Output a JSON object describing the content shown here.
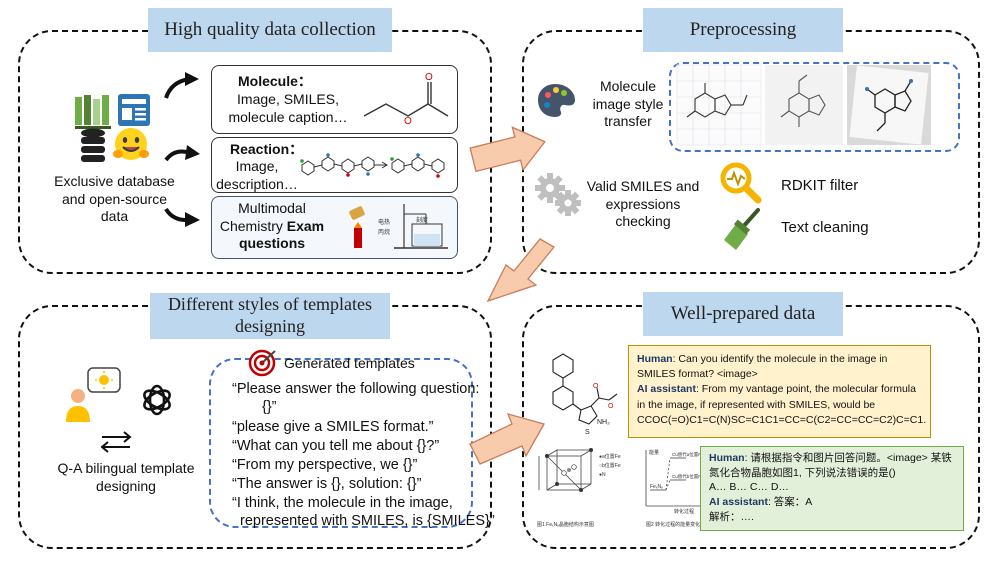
{
  "panels": {
    "collection": {
      "title": "High quality data collection",
      "molecule": {
        "heading": "Molecule：",
        "detail": "Image, SMILES, molecule caption…"
      },
      "reaction": {
        "heading": "Reaction：",
        "detail": "Image, description…"
      },
      "exam": {
        "line1": "Multimodal",
        "line2": "Chemistry ",
        "bold": "Exam",
        "line3": "questions"
      },
      "sources_label": "Exclusive database and open-source data",
      "exam_image_text": [
        "电热",
        "丙烷",
        "刻度"
      ]
    },
    "preprocessing": {
      "title": "Preprocessing",
      "style_transfer": "Molecule image style transfer",
      "smiles_check": "Valid SMILES and expressions checking",
      "rdkit": "RDKIT filter",
      "cleaning": "Text cleaning"
    },
    "templates": {
      "title": "Different styles of templates designing",
      "generated": "Generated templates",
      "qa_label": "Q-A bilingual template designing",
      "lines": [
        "“Please answer the following question:",
        "{}”",
        "“please give a SMILES format.”",
        "“What can you tell me about {}?”",
        "“From my perspective, we {}”",
        "“The answer is {},   solution: {}”",
        "“I think, the molecule in the image,",
        "represented with SMILES, is {SMILES}”"
      ]
    },
    "prepared": {
      "title": "Well-prepared data",
      "en_chat": {
        "human_label": "Human",
        "human_text": ": Can you identify the molecule in the image in SMILES format? <image>",
        "ai_label": "AI assistant",
        "ai_text": ": From my vantage point, the molecular formula in the image,  if represented with SMILES, would be",
        "smiles": "CCOC(=O)C1=C(N)SC=C1C1=CC=C(C2=CC=CC=C2)C=C1."
      },
      "cn_chat": {
        "human_label": "Human",
        "human_text": ": 请根据指令和图片回答问题。<image> 某铁氮化合物晶胞如图1, 下列说法错误的是()",
        "options": "A… B… C… D…",
        "ai_label": "AI assistant",
        "ai_text": ": 答案：A",
        "analysis": "解析：…."
      },
      "figure_captions": [
        "图1 FeₓNᵧ晶胞结构示意图",
        "图2 转化过程的能量变化"
      ],
      "figure_labels": [
        "●a位置Fe",
        "○b位置Fe",
        "●N",
        "能量",
        "Cu替代a位置Fe型",
        "Cu替代b位置Fe型",
        "转化过程",
        "FeₓNᵧ"
      ]
    }
  },
  "colors": {
    "title_bg": "#bdd7ee",
    "arrow_fill": "#f8cbad",
    "arrow_stroke": "#c97b5a",
    "en_chat_bg": "#fff2cc",
    "cn_chat_bg": "#e2f0d9",
    "blue_dash": "#4472c4"
  }
}
